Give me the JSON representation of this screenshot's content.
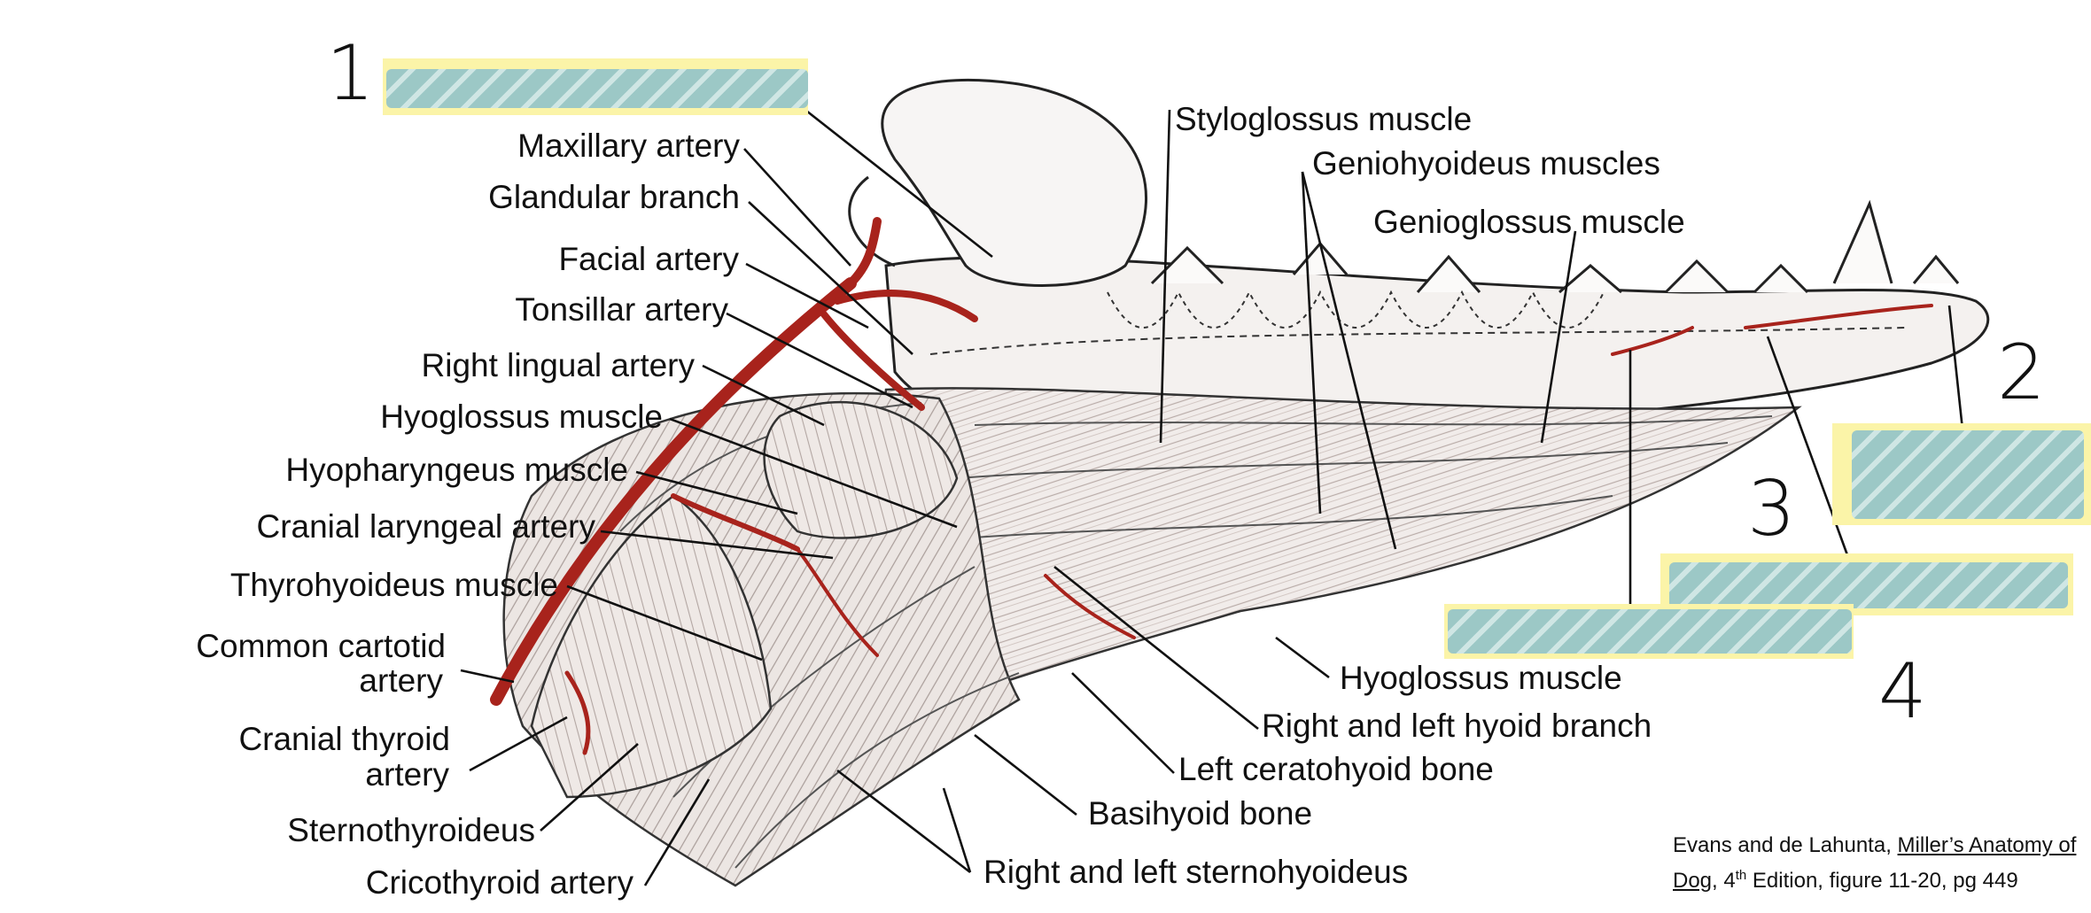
{
  "labels_left": [
    {
      "id": "maxillary",
      "text": "Maxillary artery"
    },
    {
      "id": "glandular",
      "text": "Glandular branch"
    },
    {
      "id": "facial",
      "text": "Facial artery"
    },
    {
      "id": "tonsillar",
      "text": "Tonsillar artery"
    },
    {
      "id": "right-lingual",
      "text": "Right lingual artery"
    },
    {
      "id": "hyoglossus-left",
      "text": "Hyoglossus muscle"
    },
    {
      "id": "hyopharyngeus",
      "text": "Hyopharyngeus muscle"
    },
    {
      "id": "cranial-laryngeal",
      "text": "Cranial laryngeal artery"
    },
    {
      "id": "thyrohyoideus",
      "text": "Thyrohyoideus muscle"
    },
    {
      "id": "common-carotid-1",
      "text": "Common cartotid"
    },
    {
      "id": "common-carotid-2",
      "text": "artery"
    },
    {
      "id": "cranial-thyroid-1",
      "text": "Cranial thyroid"
    },
    {
      "id": "cranial-thyroid-2",
      "text": "artery"
    },
    {
      "id": "sternothyroideus",
      "text": "Sternothyroideus"
    },
    {
      "id": "cricothyroid",
      "text": "Cricothyroid artery"
    }
  ],
  "labels_right": [
    {
      "id": "styloglossus",
      "text": "Styloglossus muscle"
    },
    {
      "id": "geniohyoideus",
      "text": "Geniohyoideus muscles"
    },
    {
      "id": "genioglossus",
      "text": "Genioglossus muscle"
    },
    {
      "id": "hyoglossus-right",
      "text": "Hyoglossus muscle"
    },
    {
      "id": "hyoid-branch",
      "text": "Right and left hyoid branch"
    },
    {
      "id": "ceratohyoid",
      "text": "Left ceratohyoid bone"
    },
    {
      "id": "basihyoid",
      "text": "Basihyoid bone"
    },
    {
      "id": "sternohyoideus",
      "text": "Right and left sternohyoideus"
    }
  ],
  "blank_numbers": [
    "1",
    "2",
    "3",
    "4"
  ],
  "citation": {
    "line1_prefix": "Evans and de Lahunta, ",
    "line1_title": "Miller’s Anatomy of",
    "line2_title": "Dog",
    "line2_edition_num": ", 4",
    "line2_sup": "th",
    "line2_rest": " Edition, figure 11-20, pg 449"
  },
  "colors": {
    "artery": "#a8231c",
    "highlight": "#fbf4a8",
    "hatch": "#9cc8c6",
    "line": "#111111"
  }
}
